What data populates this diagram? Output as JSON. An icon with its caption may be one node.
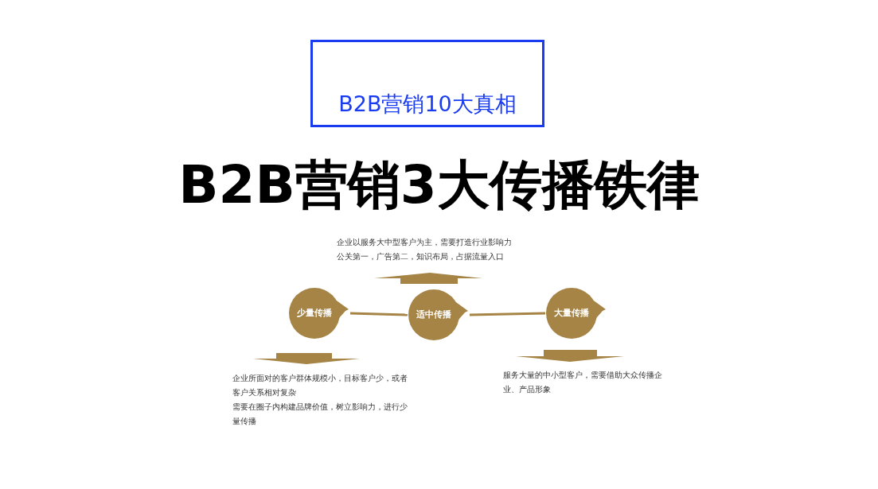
{
  "diagram": {
    "title": "B2B营销3大传播铁律",
    "nodes": [
      {
        "text": [
          "B2B营销10大真相"
        ]
      },
      {
        "text": [
          "少量传播"
        ]
      },
      {
        "text": [
          "适中传播"
        ]
      },
      {
        "text": [
          "大量传播"
        ]
      }
    ],
    "edges": [
      {
        "from": 1,
        "to": 2,
        "arrow": "none"
      },
      {
        "from": 2,
        "to": 3,
        "arrow": "none"
      }
    ],
    "labels": [
      "企业以服务大中型客户为主，需要打造行业影响力",
      "公关第一，广告第二，知识布局，占据流量入口",
      "企业所面对的客户群体规模小，目标客户少，或者客户关系相对复杂",
      "需要在圈子内构建品牌价值，树立影响力，进行少量传播",
      "服务大量的中小型客户，需要借助大众传播企业、产品形象"
    ]
  }
}
